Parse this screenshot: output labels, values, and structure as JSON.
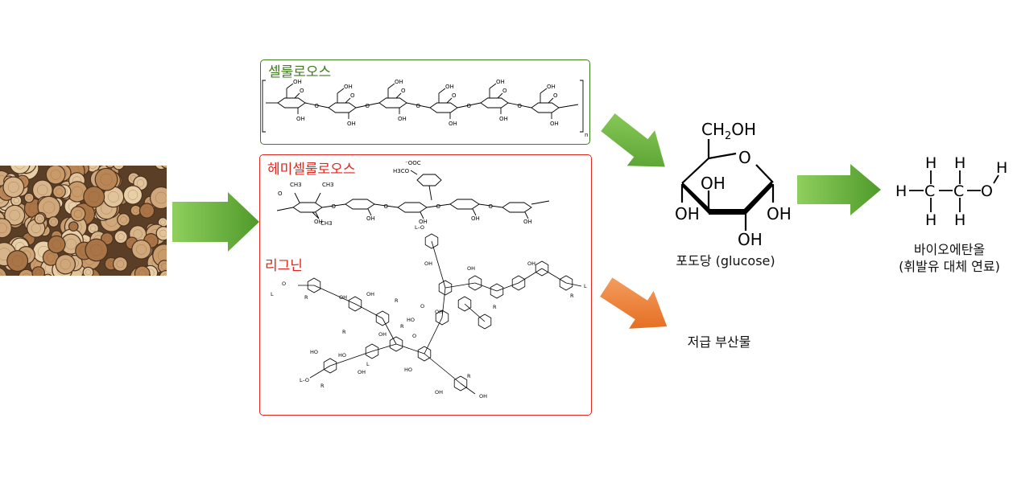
{
  "cellulose": {
    "title": "셀룰로오스",
    "n": "n"
  },
  "hemicellulose": {
    "title": "헤미셀룰로오스"
  },
  "lignin": {
    "title": "리그닌"
  },
  "glucose": {
    "label": "포도당 (glucose)",
    "ch2oh": "CH",
    "ch2oh_sub": "2",
    "ch2oh_tail": "OH",
    "ring_o": "O",
    "oh": "OH",
    "oh_left": "OH",
    "oh_right": "OH",
    "oh_bottom": "OH"
  },
  "ethanol": {
    "label_line1": "바이오에탄올",
    "label_line2": "(휘발유 대체 연료)",
    "h": "H",
    "c": "C",
    "o": "O"
  },
  "byproduct": {
    "label": "저급 부산물"
  },
  "colors": {
    "green_arrow": "#5aa530",
    "orange_arrow": "#e8671b",
    "cellulose_green": "#3f7a1e",
    "red": "#e0261e"
  }
}
